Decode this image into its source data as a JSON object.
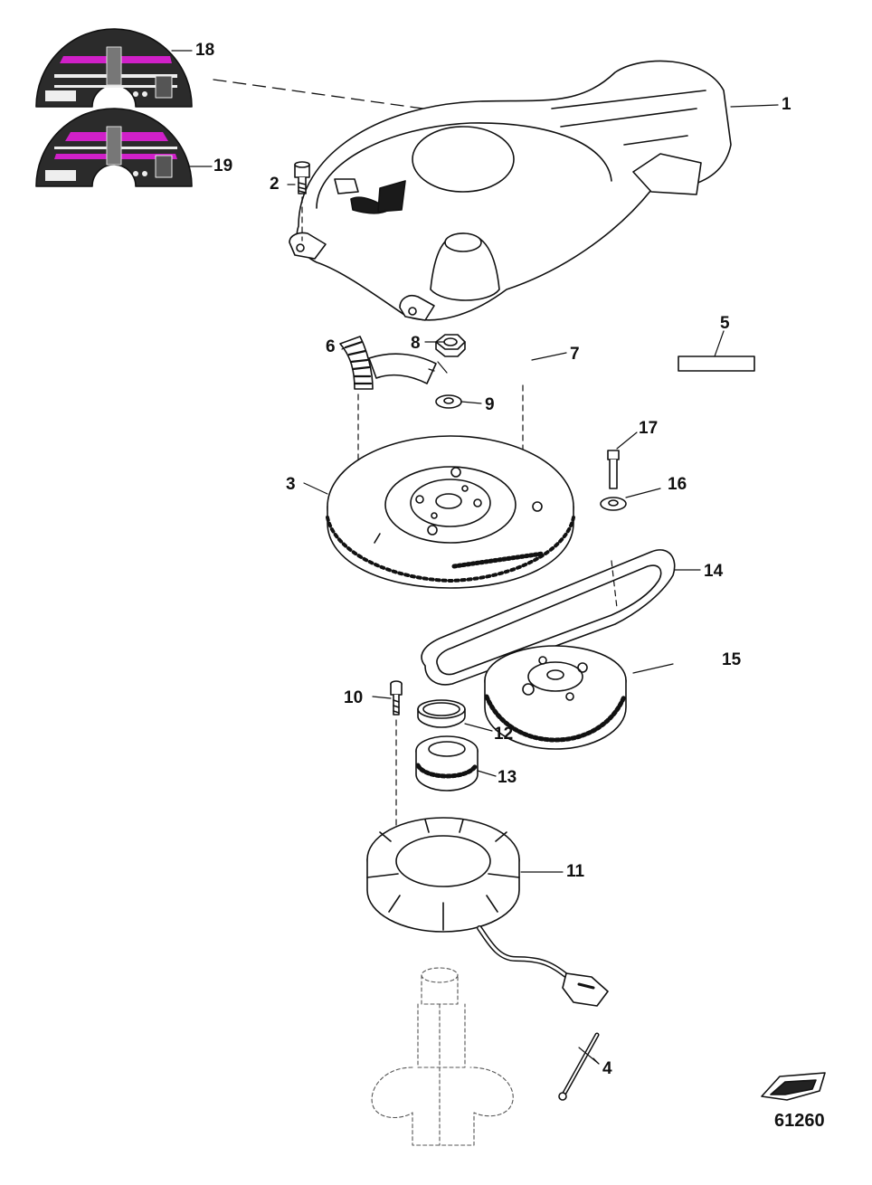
{
  "diagram": {
    "figure_id": "61260",
    "callouts": [
      "1",
      "2",
      "3",
      "4",
      "5",
      "6",
      "7",
      "8",
      "9",
      "10",
      "11",
      "12",
      "13",
      "14",
      "15",
      "16",
      "17",
      "18",
      "19"
    ]
  },
  "decal_18": {
    "accent_color": "#d020c8",
    "panel_color": "#2b2b2b"
  },
  "decal_19": {
    "accent_color": "#d020c8",
    "panel_color": "#2b2b2b"
  }
}
